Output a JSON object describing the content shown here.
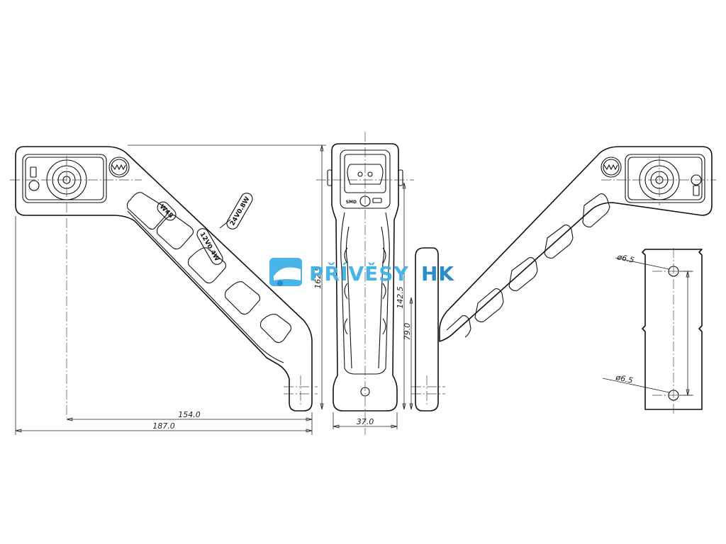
{
  "dimensions": {
    "width_154": "154.0",
    "width_187": "187.0",
    "height_162": "162.5",
    "height_142": "142.5",
    "height_79": "79.0",
    "width_37": "37.0",
    "hole_top": "ø6.5",
    "hole_bottom": "ø6.5"
  },
  "labels": {
    "bulb": "W48",
    "volt_24": "24V0.8W",
    "volt_12": "12V0.4W",
    "front_mark": "SMD"
  },
  "watermark": {
    "brand_main": "PŘÍVĚSY",
    "brand_suffix": "HK",
    "color_main": "#3fb1e6",
    "color_dark": "#1e86c4"
  }
}
